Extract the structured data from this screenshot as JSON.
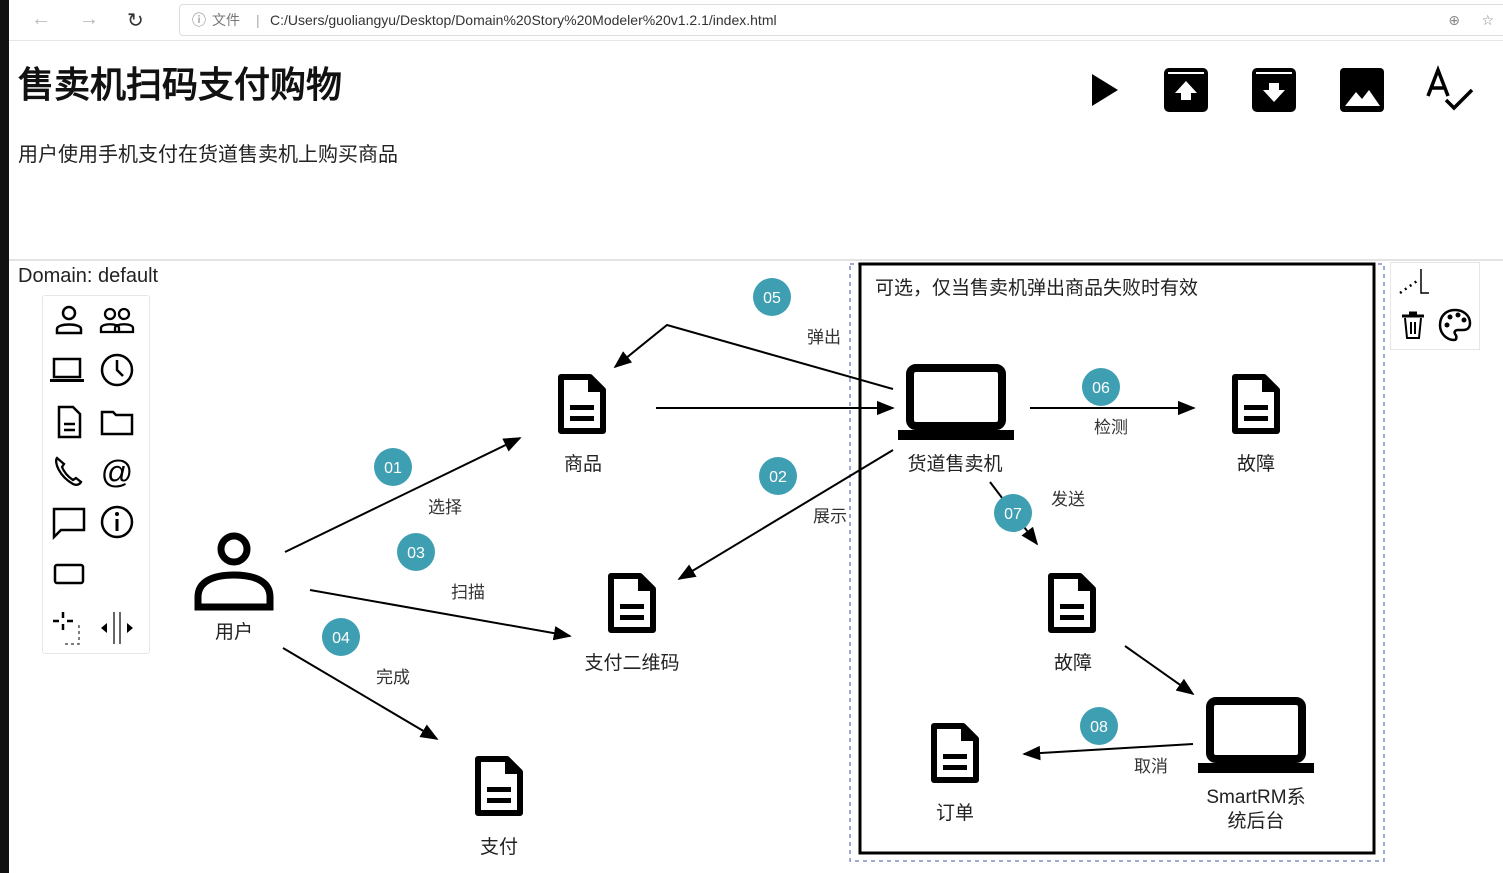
{
  "browser": {
    "file_label": "文件",
    "url": "C:/Users/guoliangyu/Desktop/Domain%20Story%20Modeler%20v1.2.1/index.html"
  },
  "header": {
    "title": "售卖机扫码支付购物",
    "description": "用户使用手机支付在货道售卖机上购买商品"
  },
  "toolbar": {
    "icons": [
      "play-icon",
      "import-icon",
      "export-icon",
      "image-icon",
      "spellcheck-icon"
    ]
  },
  "domain_label": "Domain: default",
  "palette": {
    "icons": [
      "actor-person-icon",
      "actor-group-icon",
      "actor-system-icon",
      "time-icon",
      "document-icon",
      "folder-icon",
      "call-icon",
      "email-icon",
      "conversation-icon",
      "info-icon",
      "group-icon",
      "lasso-tool-icon",
      "space-tool-icon"
    ]
  },
  "context_pad": {
    "icons": [
      "connect-icon",
      "delete-icon",
      "color-palette-icon"
    ]
  },
  "colors": {
    "badge": "#3e9fb2",
    "accent": "#000000"
  },
  "group": {
    "label": "可选，仅当售卖机弹出商品失败时有效"
  },
  "nodes": {
    "user": "用户",
    "goods": "商品",
    "qrcode": "支付二维码",
    "payment": "支付",
    "machine": "货道售卖机",
    "fault1": "故障",
    "fault2": "故障",
    "backend_l1": "SmartRM系",
    "backend_l2": "统后台",
    "order": "订单"
  },
  "edges": [
    {
      "num": "01",
      "label": "选择"
    },
    {
      "num": "02",
      "label": "展示"
    },
    {
      "num": "03",
      "label": "扫描"
    },
    {
      "num": "04",
      "label": "完成"
    },
    {
      "num": "05",
      "label": "弹出"
    },
    {
      "num": "06",
      "label": "检测"
    },
    {
      "num": "07",
      "label": "发送"
    },
    {
      "num": "08",
      "label": "取消"
    }
  ]
}
